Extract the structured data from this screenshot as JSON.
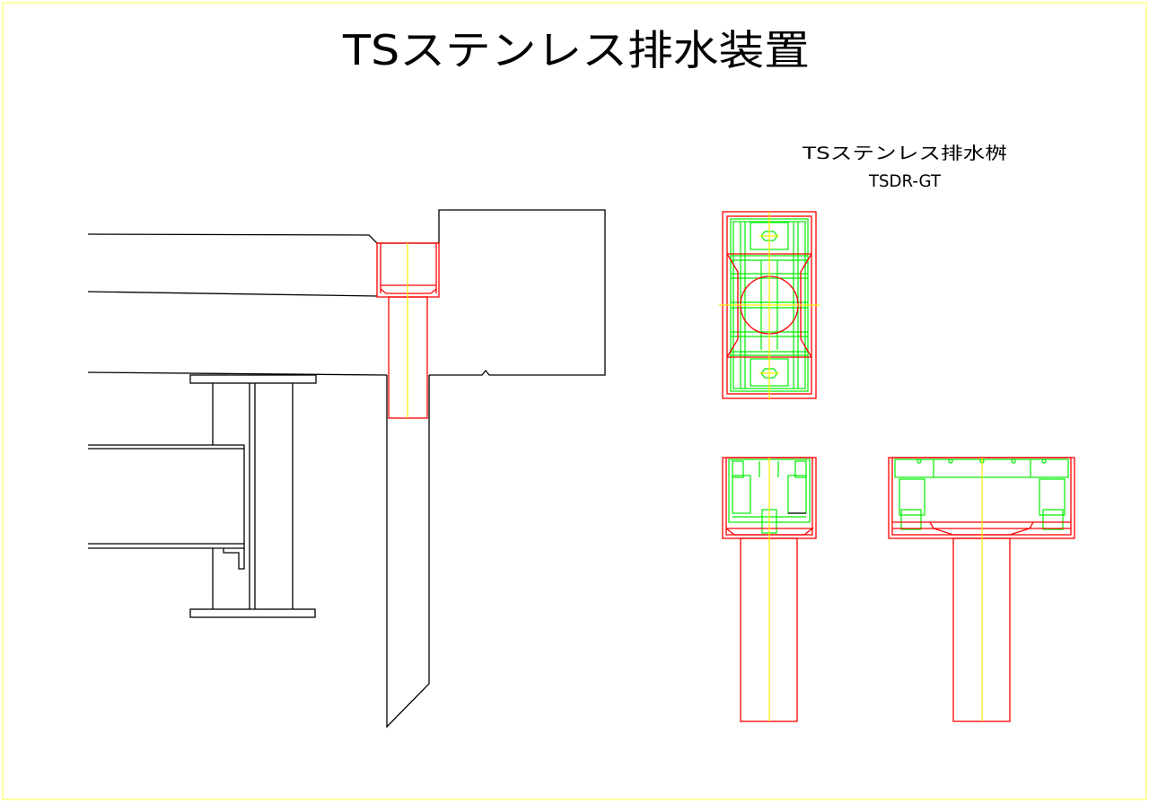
{
  "drawing": {
    "title": "TSステンレス排水装置",
    "product_name": "TSステンレス排水桝",
    "product_code": "TSDR-GT"
  },
  "colors": {
    "outline": "#000000",
    "drain_body": "#ff0000",
    "grating": "#00ee00",
    "centerline": "#ffee00",
    "frame": "#ffff66"
  }
}
